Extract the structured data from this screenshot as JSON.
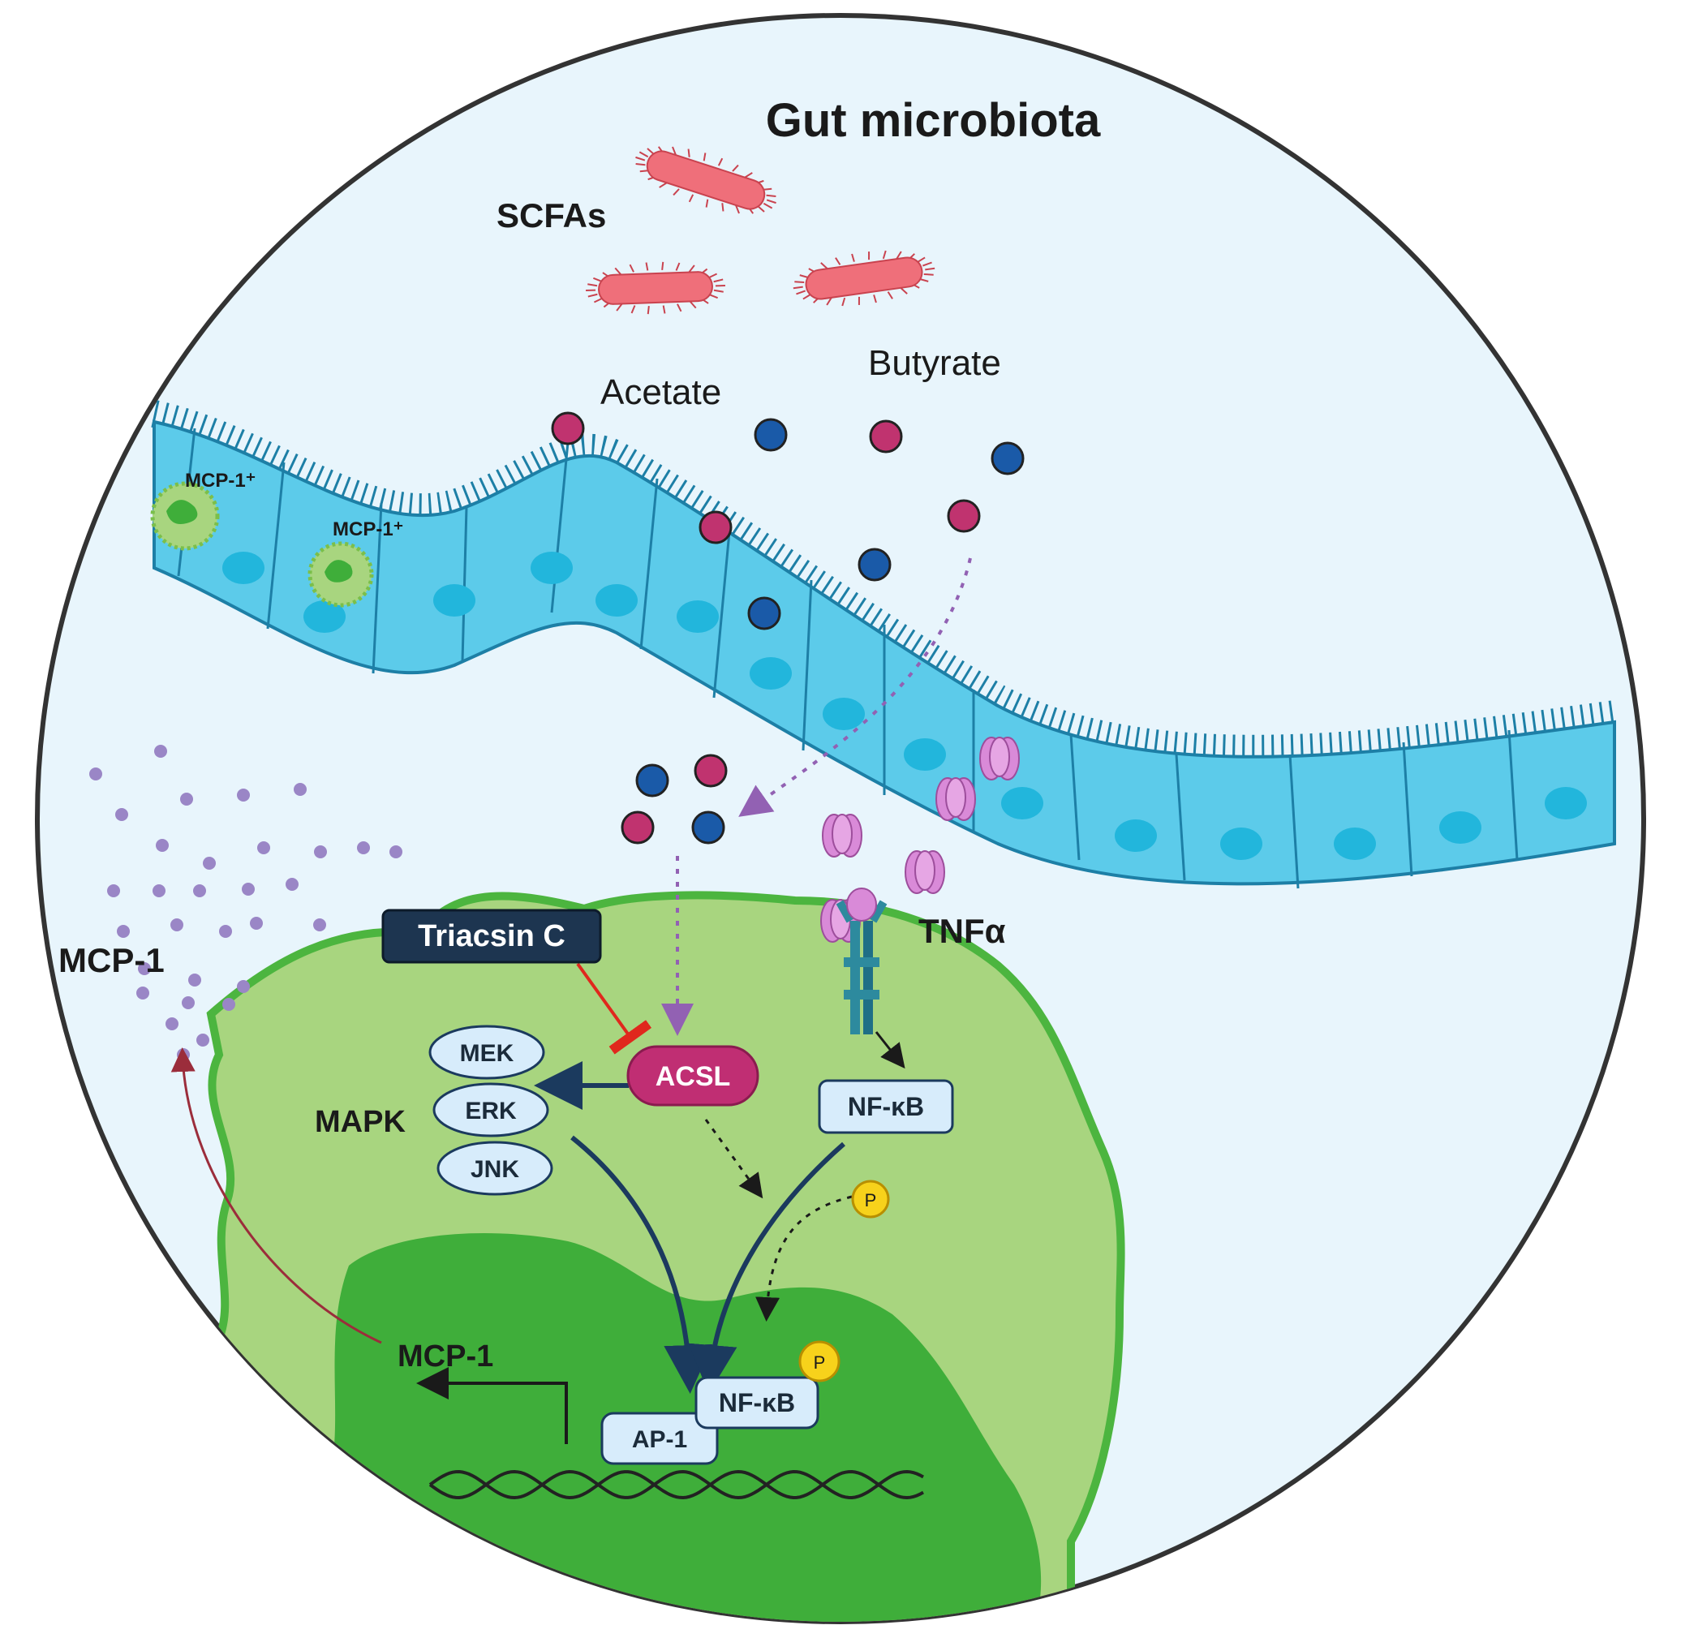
{
  "labels": {
    "title": "Gut microbiota",
    "scfas": "SCFAs",
    "acetate": "Acetate",
    "butyrate": "Butyrate",
    "mcp1_cell_a": "MCP-1⁺",
    "mcp1_cell_b": "MCP-1⁺",
    "tnfa": "TNFα",
    "mcp1_secreted": "MCP-1",
    "triacsin": "Triacsin C",
    "mek": "MEK",
    "erk": "ERK",
    "jnk": "JNK",
    "mapk": "MAPK",
    "acsl": "ACSL",
    "nfkb_cyto": "NF-κB",
    "nfkb_nuc": "NF-κB",
    "ap1": "AP-1",
    "mcp1_gene": "MCP-1",
    "p_free": "P",
    "p_bound": "P"
  },
  "colors": {
    "background": "#e8f5fc",
    "circle_border": "#333333",
    "epithelium": "#5ccbea",
    "epithelium_stroke": "#1d7fa6",
    "nucleus": "#22b6dc",
    "cell_body": "#a8d57f",
    "cell_border": "#4cb53f",
    "cell_nucleus": "#3fae3a",
    "bacteria": "#ef6f7a",
    "acetate_dot": "#c0336f",
    "butyrate_dot": "#1a5aa8",
    "tnf": "#d98ad8",
    "mcp1_dots": "#9a86c6",
    "triacsin_box": "#1d3550",
    "acsl_box": "#c02e73",
    "protein_box": "#d7ecfb",
    "phospho": "#f7d21b",
    "inhibit_arrow": "#e0281d",
    "main_arrow": "#1b3a5e",
    "secretion_arrow": "#9b2d3b",
    "dotted_arrow": "#9261b3"
  },
  "icons": {
    "bacteria": "rod-bacterium-icon",
    "receptor": "tnf-receptor-icon",
    "dna": "dna-helix-icon",
    "phosphate": "phosphate-icon",
    "macrophage": "macrophage-icon"
  }
}
